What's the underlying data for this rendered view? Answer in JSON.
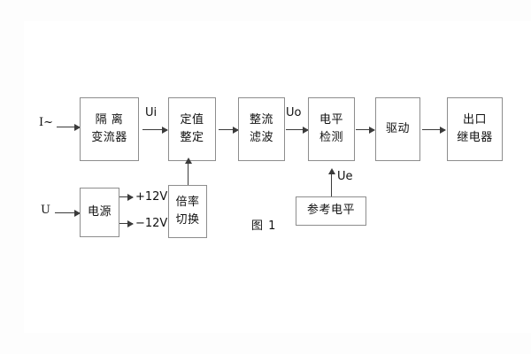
{
  "figure": {
    "caption": "图 1",
    "background_color": "#fdfdfd",
    "box_border_color": "#8d8d8d",
    "line_color": "#3b3b3b"
  },
  "inputs": [
    {
      "name": "current-input",
      "label": "I~"
    },
    {
      "name": "voltage-input",
      "label": "U"
    }
  ],
  "blocks": [
    {
      "id": "isolation-ct",
      "lines": [
        "隔 离",
        "变流器"
      ]
    },
    {
      "id": "setting-value",
      "lines": [
        "定值",
        "整定"
      ]
    },
    {
      "id": "rectify-filter",
      "lines": [
        "整流",
        "滤波"
      ]
    },
    {
      "id": "level-detect",
      "lines": [
        "电平",
        "检测"
      ]
    },
    {
      "id": "drive",
      "lines": [
        "驱动"
      ]
    },
    {
      "id": "output-relay",
      "lines": [
        "出口",
        "继电器"
      ]
    },
    {
      "id": "power-supply",
      "lines": [
        "电源"
      ]
    },
    {
      "id": "multiplier-switch",
      "lines": [
        "倍率",
        "切换"
      ]
    },
    {
      "id": "reference-level",
      "lines": [
        "参考电平"
      ]
    }
  ],
  "signals": [
    {
      "id": "ui",
      "label": "Ui"
    },
    {
      "id": "uo",
      "label": "Uo"
    },
    {
      "id": "ue",
      "label": "Ue"
    }
  ],
  "power_rails": [
    {
      "id": "rail-pos",
      "label": "+12V"
    },
    {
      "id": "rail-neg",
      "label": "−12V"
    }
  ]
}
